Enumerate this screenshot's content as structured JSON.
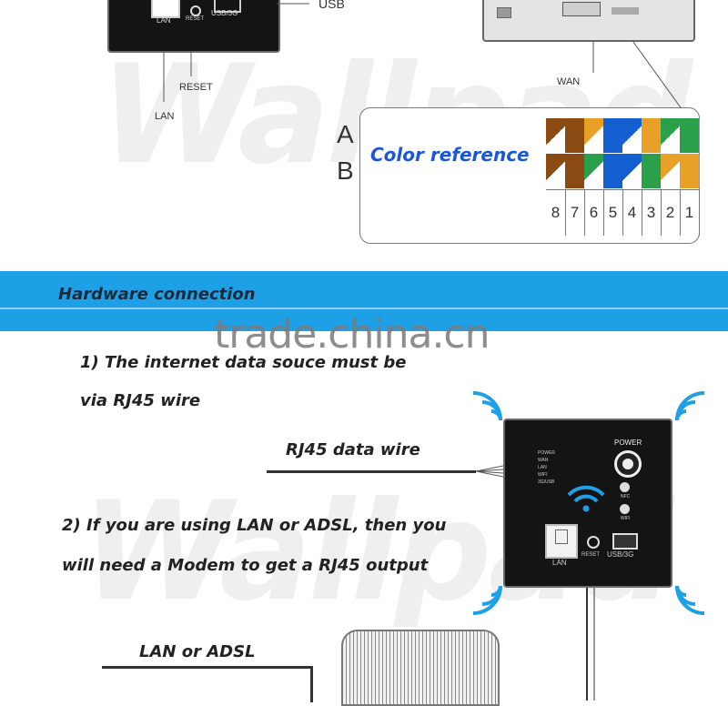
{
  "watermark": "Wallpad",
  "top_labels": {
    "usb": "USB",
    "reset": "RESET",
    "lan": "LAN",
    "wan": "WAN",
    "panel_lan": "LAN",
    "panel_reset": "RESET",
    "panel_usb": "USB/3G"
  },
  "color_ref": {
    "row_a": "A",
    "row_b": "B",
    "title": "Color reference",
    "pins": [
      "8",
      "7",
      "6",
      "5",
      "4",
      "3",
      "2",
      "1"
    ]
  },
  "banner": {
    "title": "Hardware connection",
    "site": "trade.china.cn"
  },
  "instructions": {
    "step1_line1": "1) The internet data souce must be",
    "step1_line2": "via RJ45 wire",
    "wire_label": "RJ45 data wire",
    "step2_line1": "2) If you are using LAN or ADSL, then you",
    "step2_line2": "will need a Modem to get a RJ45 output",
    "lan_adsl": "LAN or ADSL"
  },
  "device": {
    "power": "POWER",
    "leds": [
      "POWER",
      "WAN",
      "LAN",
      "WIFI",
      "3G/USB"
    ],
    "nfc": "NFC",
    "wifi": "WIFI",
    "lan": "LAN",
    "reset": "RESET",
    "usb": "USB/3G"
  },
  "colors": {
    "banner": "#1ea0e6",
    "title_blue": "#1a56d8",
    "brown": "#8a4a12",
    "orange": "#e8a126",
    "blue": "#1560d0",
    "green": "#2aa04a"
  }
}
